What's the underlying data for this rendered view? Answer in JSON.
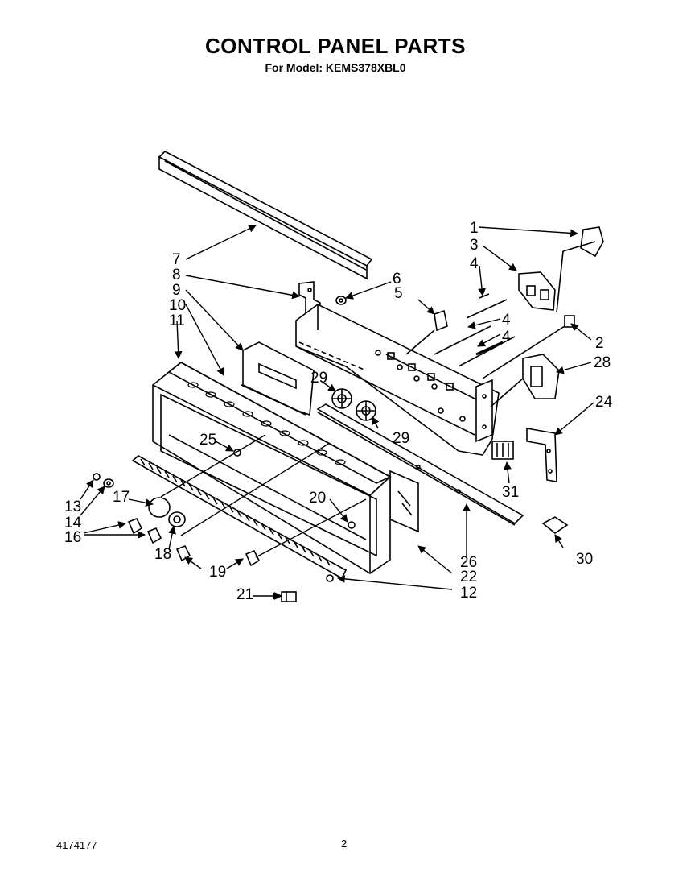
{
  "header": {
    "title": "CONTROL PANEL PARTS",
    "subtitle": "For Model: KEMS378XBL0"
  },
  "callouts": [
    {
      "label": "1"
    },
    {
      "label": "2"
    },
    {
      "label": "3"
    },
    {
      "label": "4"
    },
    {
      "label": "4"
    },
    {
      "label": "4"
    },
    {
      "label": "5"
    },
    {
      "label": "6"
    },
    {
      "label": "7"
    },
    {
      "label": "8"
    },
    {
      "label": "9"
    },
    {
      "label": "10"
    },
    {
      "label": "11"
    },
    {
      "label": "12"
    },
    {
      "label": "13"
    },
    {
      "label": "14"
    },
    {
      "label": "16"
    },
    {
      "label": "17"
    },
    {
      "label": "18"
    },
    {
      "label": "19"
    },
    {
      "label": "20"
    },
    {
      "label": "21"
    },
    {
      "label": "22"
    },
    {
      "label": "24"
    },
    {
      "label": "25"
    },
    {
      "label": "26"
    },
    {
      "label": "28"
    },
    {
      "label": "29"
    },
    {
      "label": "29"
    },
    {
      "label": "30"
    },
    {
      "label": "31"
    }
  ],
  "footer": {
    "doc_number": "4174177",
    "page_number": "2"
  }
}
